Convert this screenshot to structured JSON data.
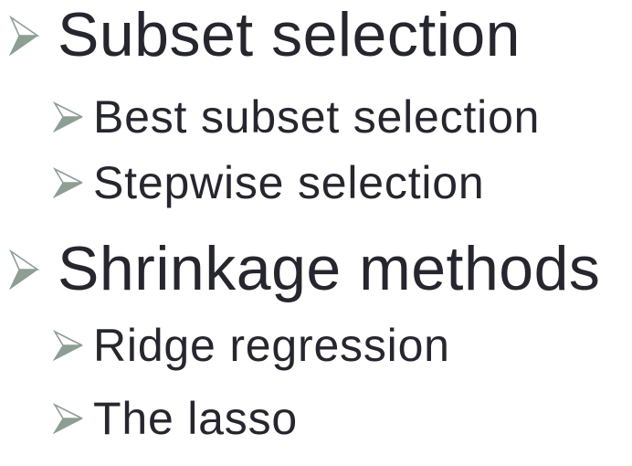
{
  "slide": {
    "colors": {
      "background": "#ffffff",
      "text": "#26262f",
      "bullet": "#8d9e93"
    },
    "items": [
      {
        "level": 1,
        "label": "Subset selection"
      },
      {
        "level": 2,
        "label": "Best subset selection"
      },
      {
        "level": 2,
        "label": "Stepwise selection"
      },
      {
        "level": 1,
        "label": "Shrinkage methods"
      },
      {
        "level": 2,
        "label": "Ridge regression"
      },
      {
        "level": 2,
        "label": "The lasso"
      }
    ]
  }
}
